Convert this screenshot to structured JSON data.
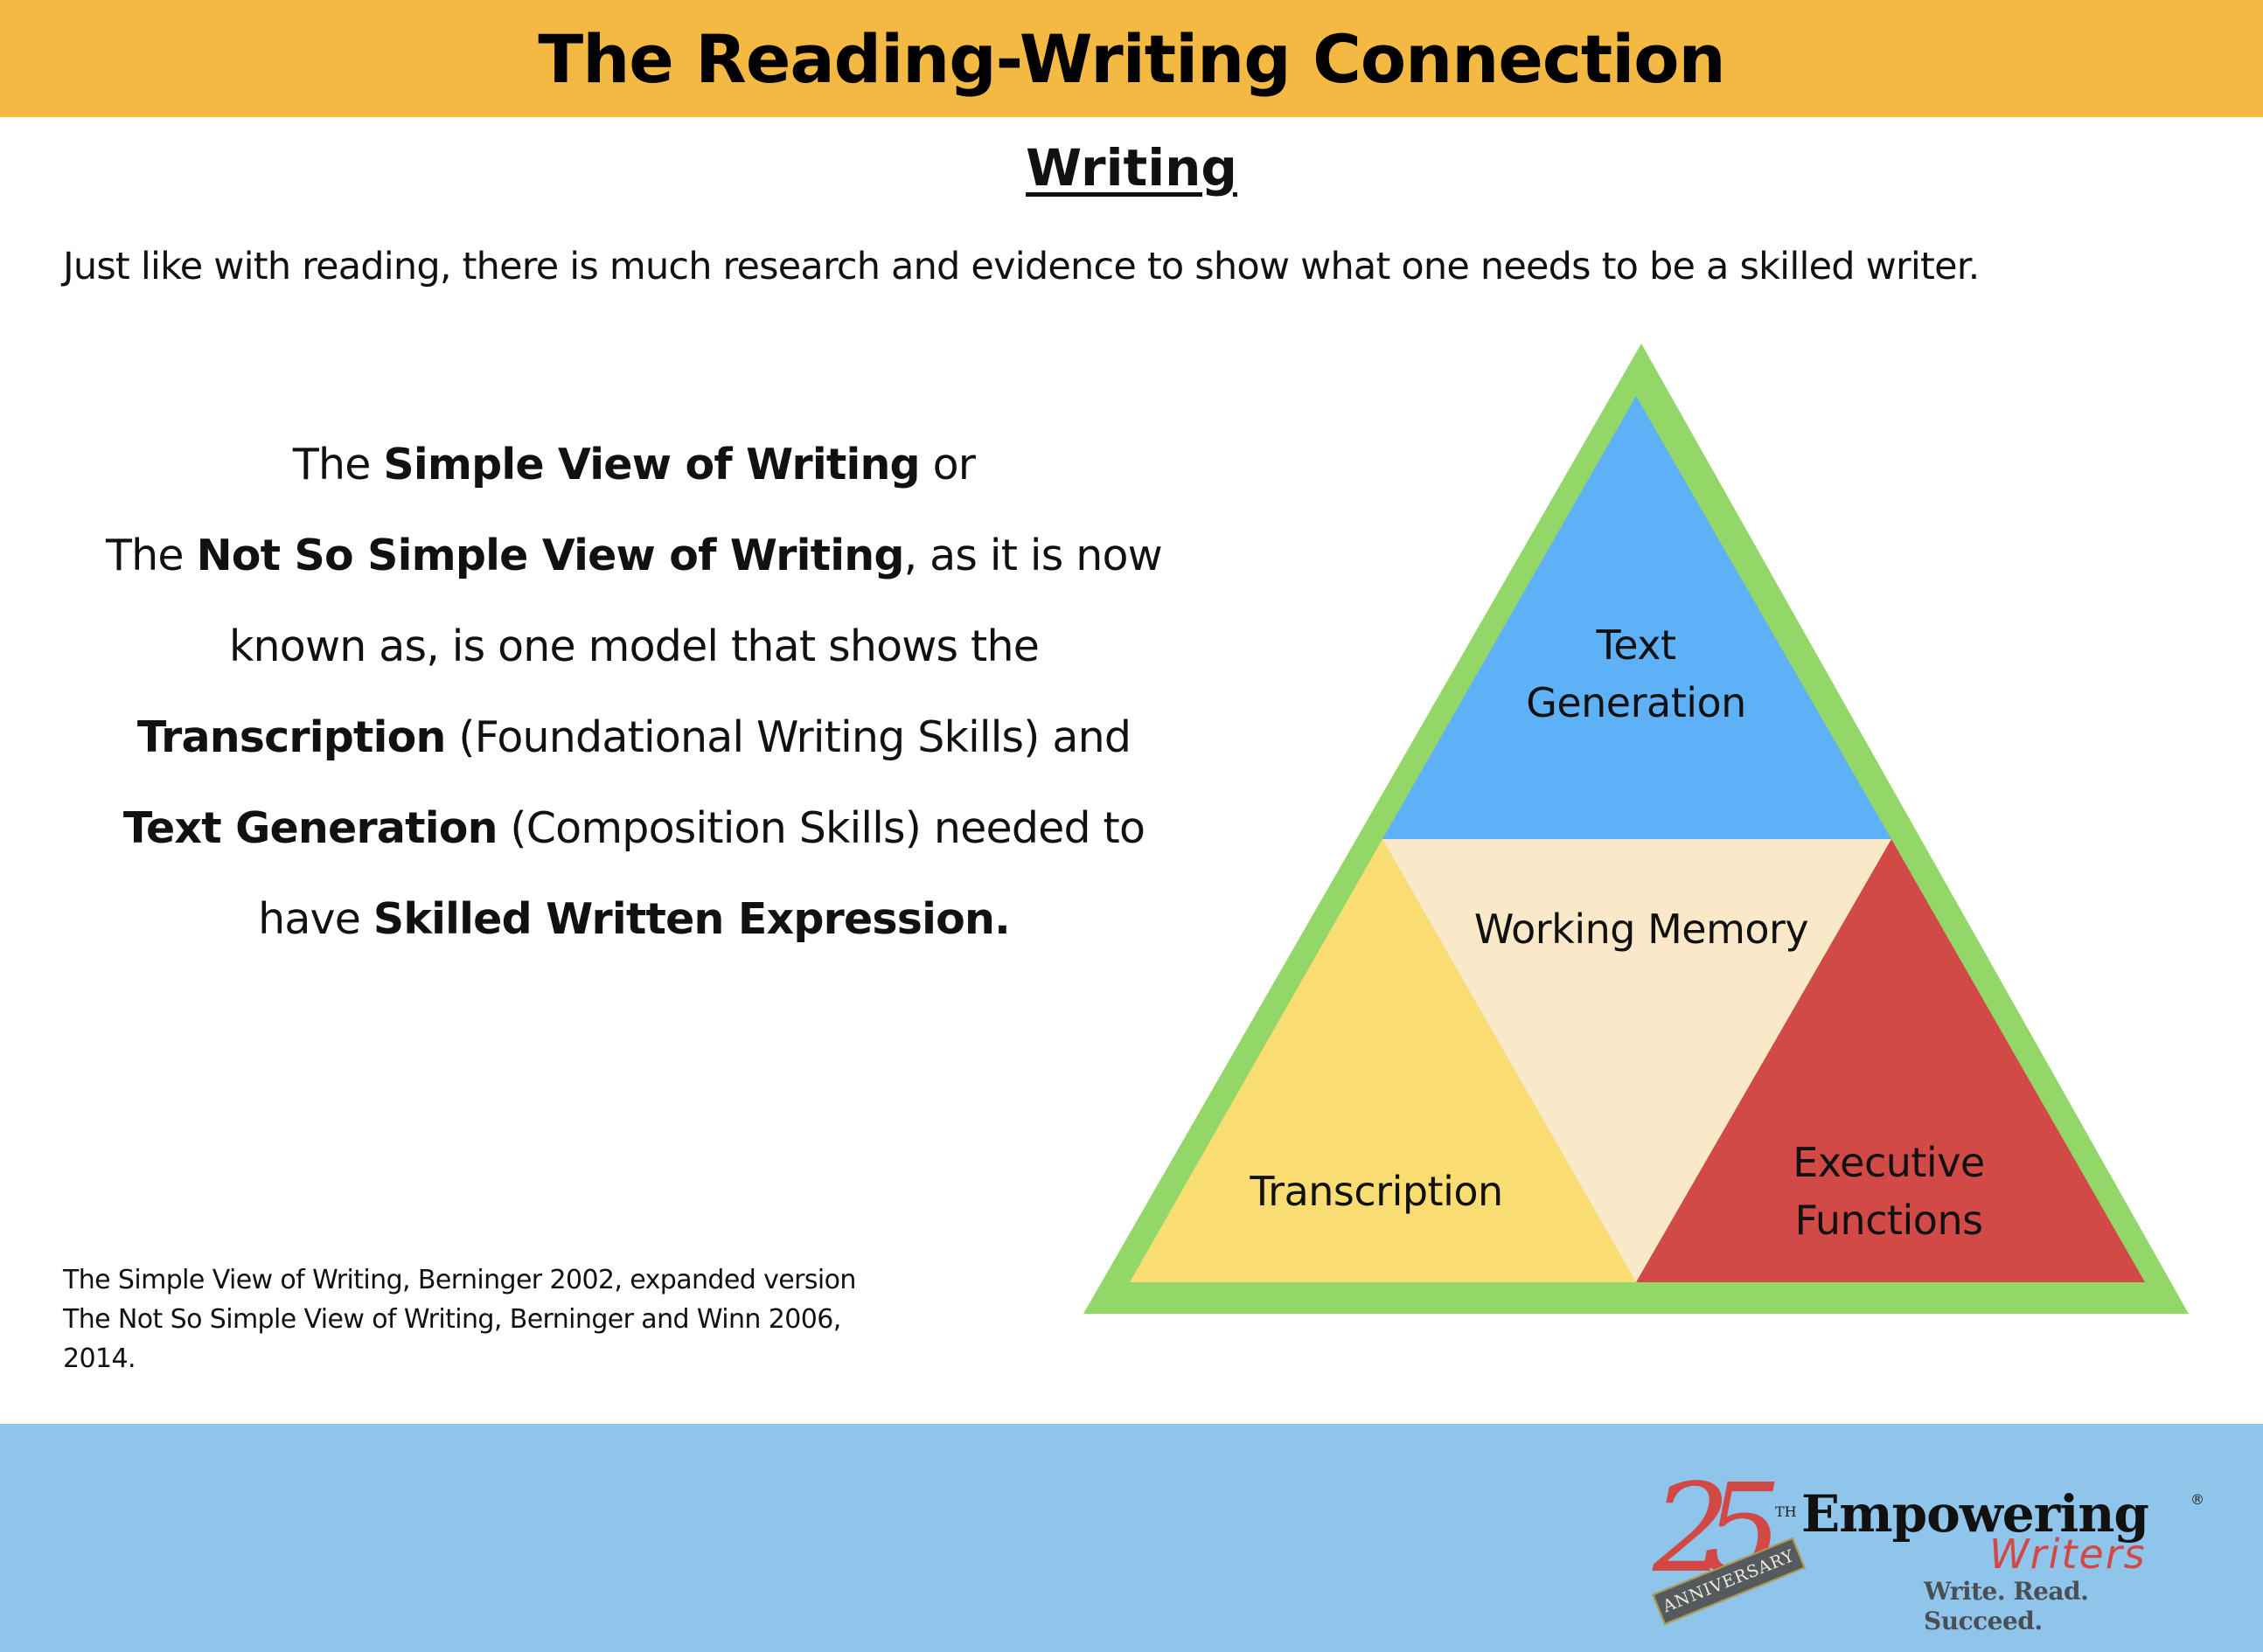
{
  "header": {
    "title": "The Reading-Writing Connection"
  },
  "section": {
    "title": "Writing"
  },
  "intro": "Just like with reading, there is much research and evidence to show what one needs to be a skilled writer.",
  "explanation": {
    "l1_a": "The ",
    "l1_b": "Simple View of Writing",
    "l1_c": " or",
    "l2_a": "The ",
    "l2_b": "Not So Simple View of Writing",
    "l2_c": ", as it is now",
    "l3": "known as, is one model that shows the",
    "l4_b": "Transcription",
    "l4_c": " (Foundational Writing Skills) and",
    "l5_b": "Text Generation",
    "l5_c": " (Composition Skills) needed to",
    "l6_a": "have ",
    "l6_b": "Skilled Written Expression."
  },
  "citation": "The Simple View of Writing, Berninger 2002, expanded version The Not So Simple View of Writing, Berninger and Winn 2006, 2014.",
  "diagram": {
    "colors": {
      "outer": "#94D769",
      "text_generation": "#5EB1F7",
      "working_memory": "#F9E9C9",
      "transcription": "#F9DD72",
      "executive_functions": "#D14A48"
    },
    "labels": {
      "text_generation_1": "Text",
      "text_generation_2": "Generation",
      "working_memory": "Working Memory",
      "transcription": "Transcription",
      "executive_functions_1": "Executive",
      "executive_functions_2": "Functions"
    }
  },
  "footer": {
    "logo": {
      "anniversary_number": "25",
      "anniversary_suffix": "TH",
      "anniversary_ribbon": "ANNIVERSARY",
      "brand": "Empowering",
      "registered": "®",
      "brand_sub": "Writers",
      "tagline": "Write. Read. Succeed."
    }
  }
}
